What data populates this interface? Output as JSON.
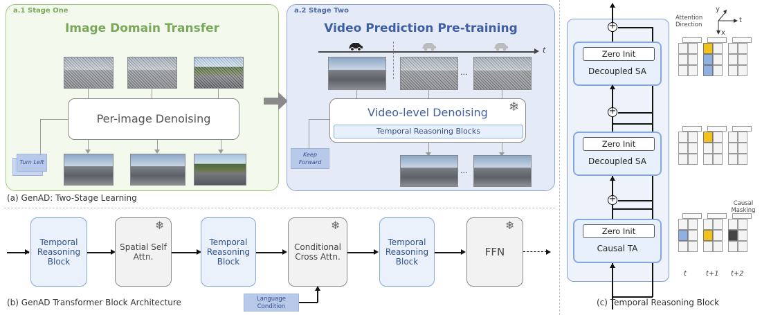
{
  "stage_one": {
    "tag": "a.1 Stage One",
    "title": "Image Domain Transfer",
    "denoise_label": "Per-image Denoising",
    "condition_label": "Turn Left"
  },
  "stage_two": {
    "tag": "a.2 Stage Two",
    "title": "Video Prediction Pre-training",
    "time_label": "t",
    "denoise_label": "Video-level Denoising",
    "trb_label": "Temporal Reasoning Blocks",
    "condition_label": "Keep Forward",
    "ellipsis": "..."
  },
  "caption_a": "(a) GenAD: Two-Stage Learning",
  "caption_b": "(b) GenAD Transformer Block Architecture",
  "caption_c": "(c) Temporal Reasoning Block",
  "pipeline": {
    "blocks": [
      {
        "label": "Temporal Reasoning Block",
        "frozen": false
      },
      {
        "label": "Spatial Self Attn.",
        "frozen": true
      },
      {
        "label": "Temporal Reasoning Block",
        "frozen": false
      },
      {
        "label": "Conditional Cross Attn.",
        "frozen": true
      },
      {
        "label": "Temporal Reasoning Block",
        "frozen": false
      },
      {
        "label": "FFN",
        "frozen": true
      }
    ],
    "language_condition": "Language Condition"
  },
  "trb": {
    "units": [
      {
        "zero": "Zero Init",
        "label": "Decoupled SA"
      },
      {
        "zero": "Zero Init",
        "label": "Decoupled SA"
      },
      {
        "zero": "Zero Init",
        "label": "Causal TA"
      }
    ]
  },
  "attention": {
    "title": "Attention Direction",
    "axis_y": "y",
    "axis_t": "t",
    "axis_x": "x",
    "causal_label": "Causal Masking",
    "time_labels": [
      "t",
      "t+1",
      "t+2"
    ]
  },
  "colors": {
    "query": "#f2c21b",
    "attended": "#8fb0e0",
    "masked": "#444444"
  }
}
